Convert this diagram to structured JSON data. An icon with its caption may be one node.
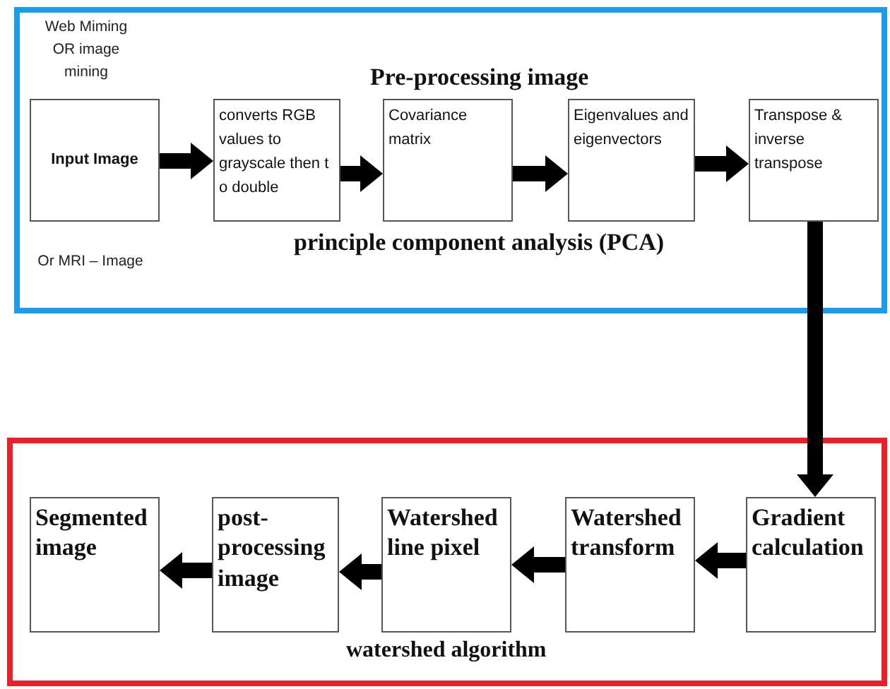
{
  "diagram": {
    "nodes": [
      {
        "text": [
          "Pre-processing image",
          "principle component analysis (PCA)"
        ]
      },
      {
        "text": [
          "Input Image"
        ],
        "in": 0,
        "beside": [
          "Web Miming OR image mining",
          "Or MRI – Image"
        ]
      },
      {
        "text": [
          "converts RGB values to grayscale then t o double"
        ],
        "in": 0
      },
      {
        "text": [
          "Covariance matrix"
        ],
        "in": 0
      },
      {
        "text": [
          "Eigenvalues and eigenvectors"
        ],
        "in": 0
      },
      {
        "text": [
          "Transpose & inverse transpose"
        ],
        "in": 0
      },
      {
        "text": [
          "watershed algorithm"
        ]
      },
      {
        "text": [
          "Gradient calculation"
        ],
        "in": 6
      },
      {
        "text": [
          "Watershed transform"
        ],
        "in": 6
      },
      {
        "text": [
          "Watershed line pixel"
        ],
        "in": 6
      },
      {
        "text": [
          "post-processing image"
        ],
        "in": 6
      },
      {
        "text": [
          "Segmented image"
        ],
        "in": 6
      }
    ],
    "edges": [
      {
        "from": 1,
        "to": 2,
        "arrow": "to"
      },
      {
        "from": 2,
        "to": 3,
        "arrow": "to"
      },
      {
        "from": 3,
        "to": 4,
        "arrow": "to"
      },
      {
        "from": 4,
        "to": 5,
        "arrow": "to"
      },
      {
        "from": 5,
        "to": 7,
        "arrow": "to"
      },
      {
        "from": 7,
        "to": 8,
        "arrow": "to"
      },
      {
        "from": 8,
        "to": 9,
        "arrow": "to"
      },
      {
        "from": 9,
        "to": 10,
        "arrow": "to"
      },
      {
        "from": 10,
        "to": 11,
        "arrow": "to"
      }
    ]
  }
}
